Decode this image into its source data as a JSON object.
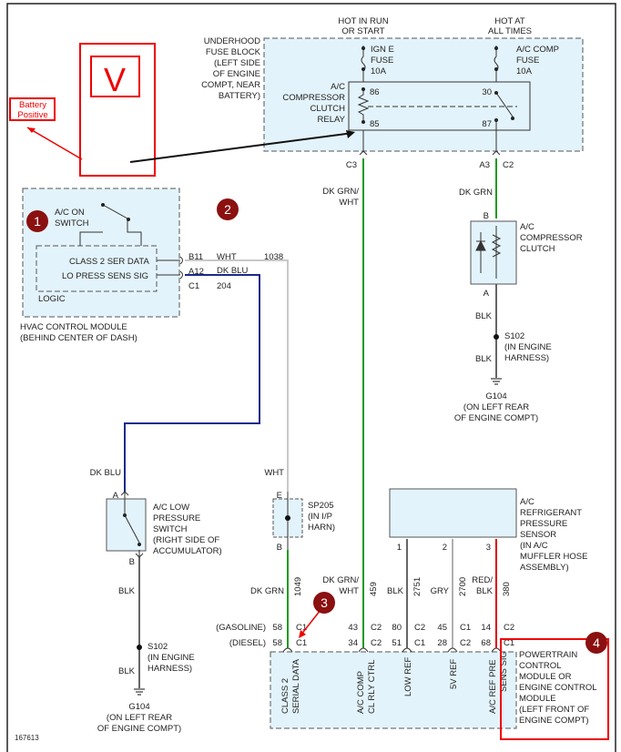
{
  "colors": {
    "panel_fill": "#e3f3fb",
    "dk_grn": "#1a9a1a",
    "dk_blu": "#1a2a8a",
    "wht": "#c8c8c8",
    "blk": "#666666",
    "gry": "#b0b0b0",
    "red_blk": "#e00000",
    "annotation_red": "#e00000",
    "marker": "#8b1010"
  },
  "top": {
    "hot_run": [
      "HOT IN RUN",
      "OR START"
    ],
    "hot_all": [
      "HOT AT",
      "ALL TIMES"
    ]
  },
  "fuse_block": {
    "label": [
      "UNDERHOOD",
      "FUSE BLOCK",
      "(LEFT SIDE",
      "OF ENGINE",
      "COMPT, NEAR",
      "BATTERY)"
    ],
    "ign_fuse": [
      "IGN E",
      "FUSE",
      "10A"
    ],
    "ac_fuse": [
      "A/C COMP",
      "FUSE",
      "10A"
    ],
    "relay": [
      "A/C",
      "COMPRESSOR",
      "CLUTCH",
      "RELAY"
    ],
    "pins": {
      "p86": "86",
      "p85": "85",
      "p30": "30",
      "p87": "87"
    },
    "connectors": {
      "c3": "C3",
      "a3": "A3",
      "c2": "C2"
    }
  },
  "wires": {
    "dk_grn_wht": [
      "DK GRN/",
      "WHT"
    ],
    "dk_grn": "DK GRN",
    "blk": "BLK",
    "wht": "WHT",
    "dk_blu": "DK BLU",
    "gry": "GRY",
    "red_blk": [
      "RED/",
      "BLK"
    ],
    "circuits": {
      "c1038": "1038",
      "c204": "204",
      "c1049": "1049",
      "c459": "459",
      "c2751": "2751",
      "c2700": "2700",
      "c380": "380"
    }
  },
  "clutch": {
    "label": [
      "A/C",
      "COMPRESSOR",
      "CLUTCH"
    ],
    "pin_b": "B",
    "pin_a": "A"
  },
  "splice_right": {
    "label": [
      "S102",
      "(IN ENGINE",
      "HARNESS)"
    ]
  },
  "ground_right": {
    "label": [
      "G104",
      "(ON LEFT REAR",
      "OF ENGINE COMPT)"
    ]
  },
  "hvac": {
    "switch": [
      "A/C ON",
      "SWITCH"
    ],
    "class2": "CLASS 2 SER DATA",
    "lo_press": "LO PRESS SENS SIG",
    "logic": "LOGIC",
    "pins": {
      "b11": "B11",
      "a12": "A12",
      "c1": "C1"
    },
    "label": [
      "HVAC CONTROL MODULE",
      "(BEHIND CENTER OF DASH)"
    ]
  },
  "low_switch": {
    "label": [
      "A/C LOW",
      "PRESSURE",
      "SWITCH",
      "(RIGHT SIDE OF",
      "ACCUMULATOR)"
    ],
    "pin_a": "A",
    "pin_b": "B"
  },
  "splice_left": {
    "label": [
      "S102",
      "(IN ENGINE",
      "HARNESS)"
    ]
  },
  "ground_left": {
    "label": [
      "G104",
      "(ON LEFT REAR",
      "OF ENGINE COMPT)"
    ]
  },
  "sp205": {
    "label": [
      "SP205",
      "(IN I/P",
      "HARN)"
    ],
    "pin_e": "E",
    "pin_b": "B"
  },
  "sensor": {
    "label": [
      "A/C",
      "REFRIGERANT",
      "PRESSURE",
      "SENSOR",
      "(IN A/C",
      "MUFFLER HOSE",
      "ASSEMBLY)"
    ],
    "pins": [
      "1",
      "2",
      "3"
    ]
  },
  "pcm": {
    "gasoline": "(GASOLINE)",
    "diesel": "(DIESEL)",
    "gas_pins": [
      "58",
      "C1",
      "43",
      "C2",
      "80",
      "C2",
      "45",
      "C1",
      "14",
      "C2"
    ],
    "diesel_pins": [
      "58",
      "C1",
      "34",
      "C2",
      "51",
      "C1",
      "28",
      "C2",
      "68",
      "C1"
    ],
    "pin_names": [
      [
        "CLASS 2",
        "SERIAL DATA"
      ],
      [
        "A/C COMP",
        "CL RLY CTRL"
      ],
      [
        "LOW REF"
      ],
      [
        "5V REF"
      ],
      [
        "A/C REF PRE",
        "SENS SIG"
      ]
    ],
    "label": [
      "POWERTRAIN",
      "CONTROL",
      "MODULE OR",
      "ENGINE CONTROL",
      "MODULE",
      "(LEFT FRONT OF",
      "ENGINE COMPT)"
    ]
  },
  "annotations": {
    "battery": [
      "Battery",
      "Positive"
    ],
    "check": "V",
    "markers": [
      "1",
      "2",
      "3",
      "4"
    ]
  },
  "figure_id": "167613"
}
